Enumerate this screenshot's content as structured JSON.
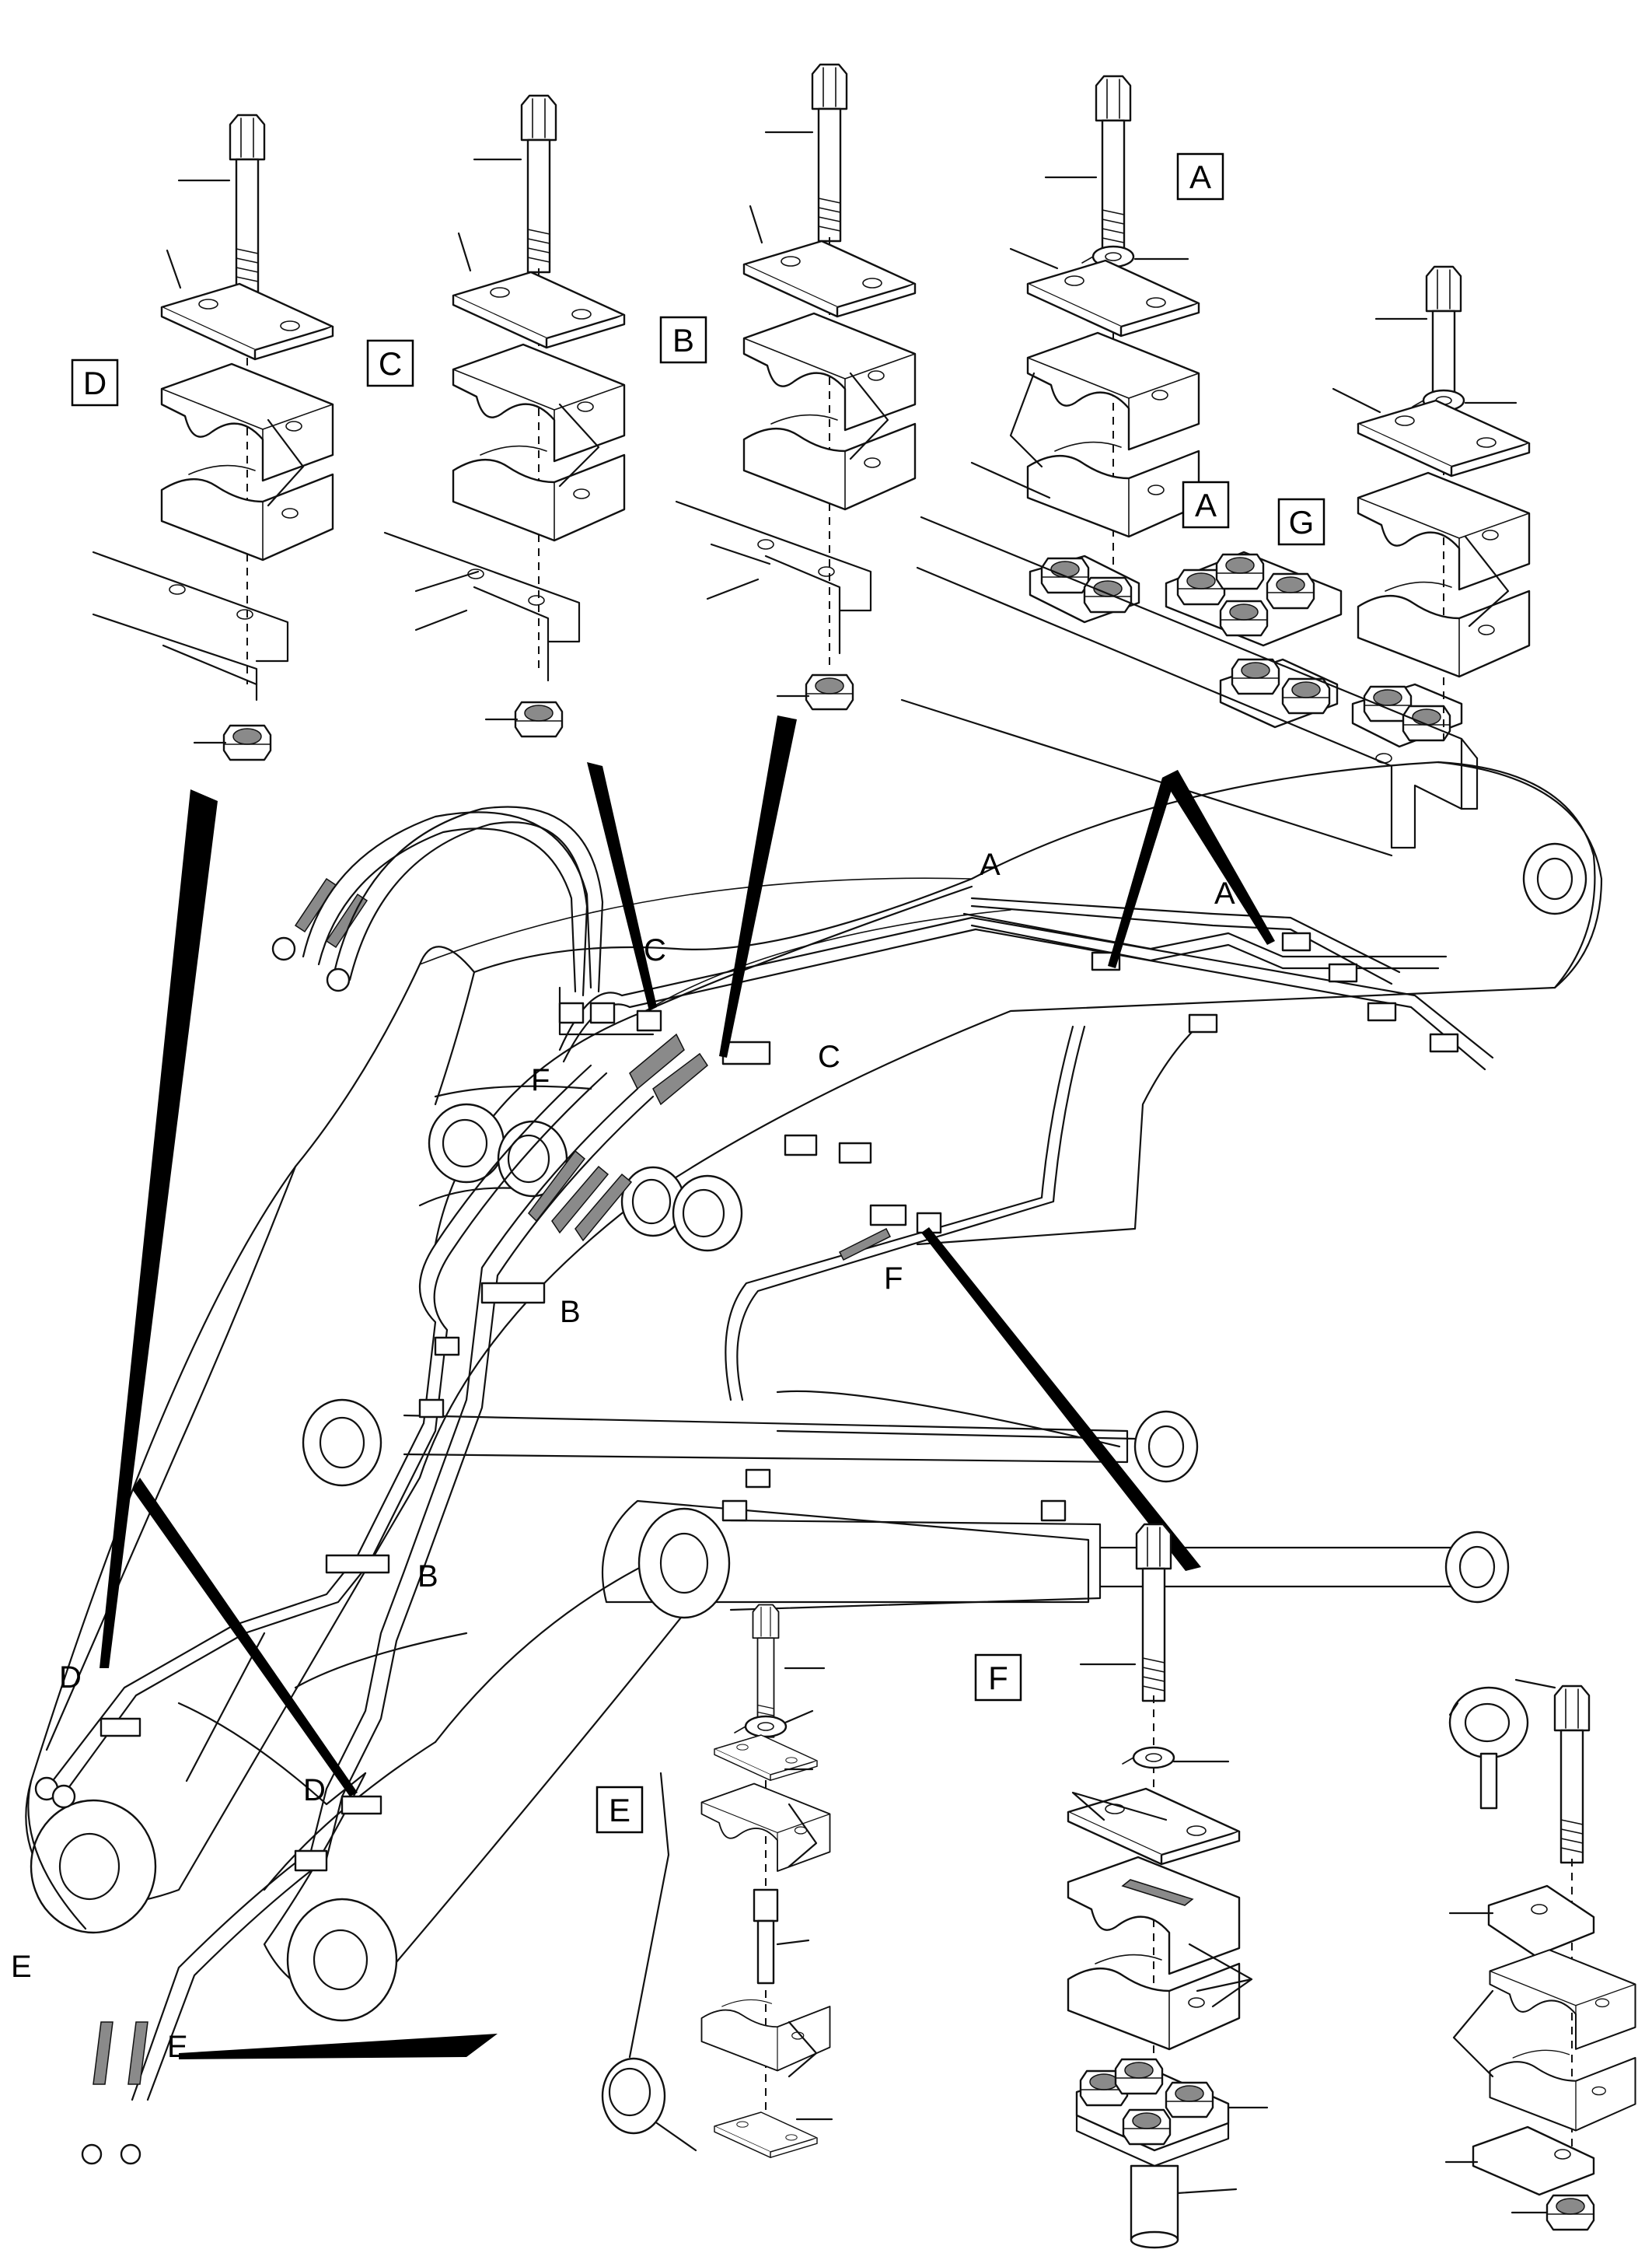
{
  "detail_labels": {
    "D": "D",
    "C": "C",
    "B": "B",
    "A": "A",
    "G": "G",
    "E": "E",
    "F": "F"
  },
  "diagram_labels": {
    "A": "A",
    "C": "C",
    "F": "F",
    "B": "B",
    "D": "D",
    "E": "E"
  }
}
